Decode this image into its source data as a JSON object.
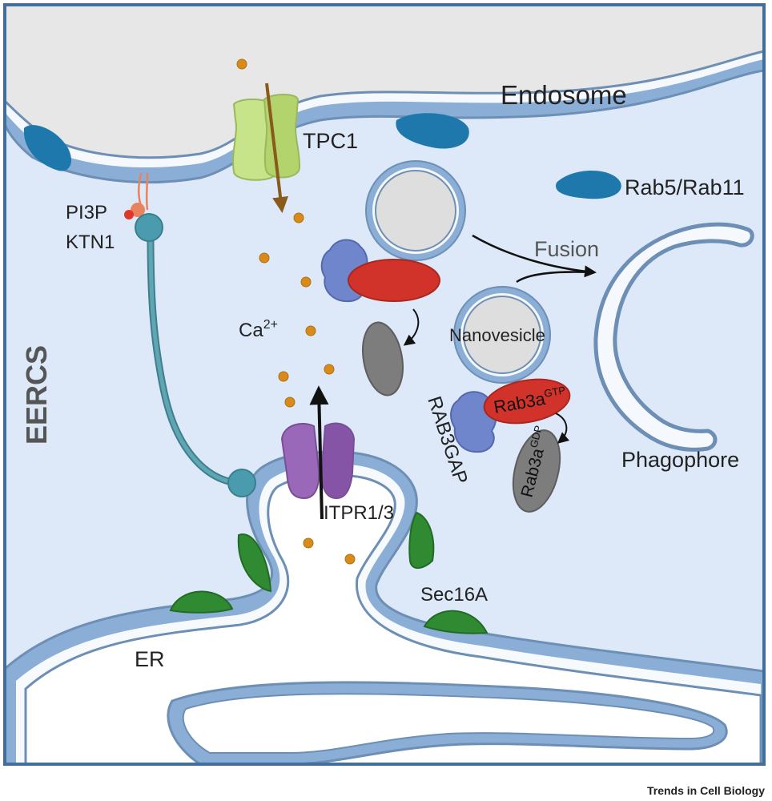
{
  "labels": {
    "endosome": "Endosome",
    "tpc1": "TPC1",
    "rab5_rab11": "Rab5/Rab11",
    "pi3p": "PI3P",
    "ktn1": "KTN1",
    "fusion": "Fusion",
    "ca_base": "Ca",
    "ca_sup": "2+",
    "nanovesicle": "Nanovesicle",
    "phagophore": "Phagophore",
    "eercs": "EERCS",
    "rab3a_gtp_base": "Rab3a",
    "rab3a_gtp_sup": "GTP",
    "rab3a_gdp_base": "Rab3a",
    "rab3a_gdp_sup": "GDP",
    "rab3gap": "RAB3GAP",
    "itpr": "ITPR1/3",
    "sec16a": "Sec16A",
    "er": "ER"
  },
  "credit": "Trends in Cell Biology",
  "colors": {
    "cytosol": "#dde9f8",
    "frame": "#3f6f9a",
    "membrane": "#8aaed6",
    "membrane_dark": "#6d8fb5",
    "endosome_lumen": "#e7e7e7",
    "rab5": "#1e78ac",
    "tpc1": "#c8e48a",
    "itpr": "#9a68b8",
    "ktn1": "#4a9bad",
    "calcium": "#d98b1a",
    "rab3a_gtp": "#d1332a",
    "rab3a_gdp": "#7d7d7d",
    "rab3gap": "#6f86cc",
    "sec16a": "#2f8a32",
    "pi3p": "#e0372b"
  }
}
